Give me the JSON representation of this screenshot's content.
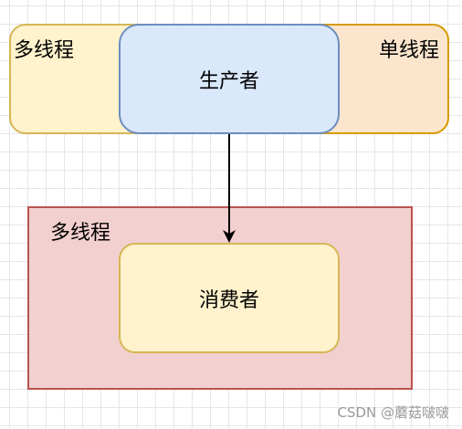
{
  "diagram": {
    "top_left_label": "多线程",
    "top_right_label": "单线程",
    "producer_label": "生产者",
    "bottom_container_label": "多线程",
    "consumer_label": "消费者"
  },
  "watermark": "CSDN @蘑菇啵啵",
  "colors": {
    "yellow_fill": "#fff2cc",
    "yellow_stroke": "#d6b656",
    "orange_fill": "#fce5cd",
    "orange_stroke": "#d79b00",
    "blue_fill": "#dae8fc",
    "blue_stroke": "#6c8ebf",
    "red_fill": "#f2d0cf",
    "red_stroke": "#b85450"
  }
}
